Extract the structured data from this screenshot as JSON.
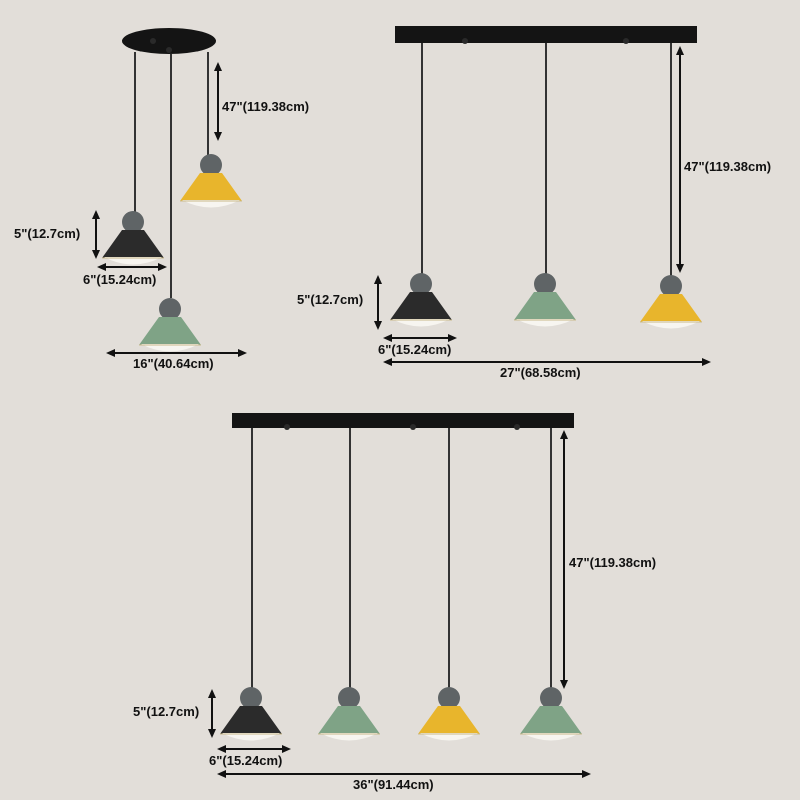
{
  "colors": {
    "background": "#e2ded9",
    "canopy": "#141414",
    "socket": "#5f6466",
    "shade_black": "#2b2b2b",
    "shade_green": "#7fa386",
    "shade_yellow": "#e8b52c",
    "diffuser": "#f7f5f0"
  },
  "panel_round_3": {
    "drop_length": "47\"(119.38cm)",
    "shade_height": "5\"(12.7cm)",
    "shade_width": "6\"(15.24cm)",
    "overall_width": "16\"(40.64cm)",
    "lamps": [
      "yellow",
      "black",
      "green"
    ]
  },
  "panel_linear_3": {
    "drop_length": "47\"(119.38cm)",
    "shade_height": "5\"(12.7cm)",
    "shade_width": "6\"(15.24cm)",
    "overall_width": "27\"(68.58cm)",
    "lamps": [
      "black",
      "green",
      "yellow"
    ]
  },
  "panel_linear_4": {
    "drop_length": "47\"(119.38cm)",
    "shade_height": "5\"(12.7cm)",
    "shade_width": "6\"(15.24cm)",
    "overall_width": "36\"(91.44cm)",
    "lamps": [
      "black",
      "green",
      "yellow",
      "green"
    ]
  }
}
